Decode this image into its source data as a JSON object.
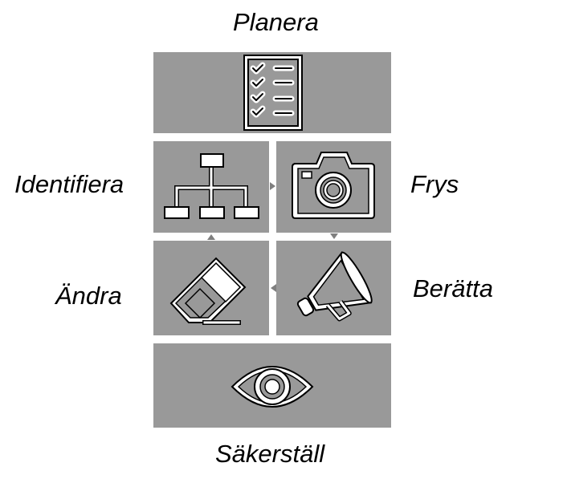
{
  "steps": {
    "plan": {
      "label": "Planera",
      "icon": "checklist-icon"
    },
    "identify": {
      "label": "Identifiera",
      "icon": "hierarchy-icon"
    },
    "freeze": {
      "label": "Frys",
      "icon": "camera-icon"
    },
    "tell": {
      "label": "Berätta",
      "icon": "megaphone-icon"
    },
    "change": {
      "label": "Ändra",
      "icon": "eraser-icon"
    },
    "ensure": {
      "label": "Säkerställ",
      "icon": "eye-icon"
    }
  },
  "colors": {
    "tile": "#999999",
    "icon_stroke": "#ffffff",
    "icon_outline": "#000000",
    "arrow": "#7f7f7f"
  }
}
